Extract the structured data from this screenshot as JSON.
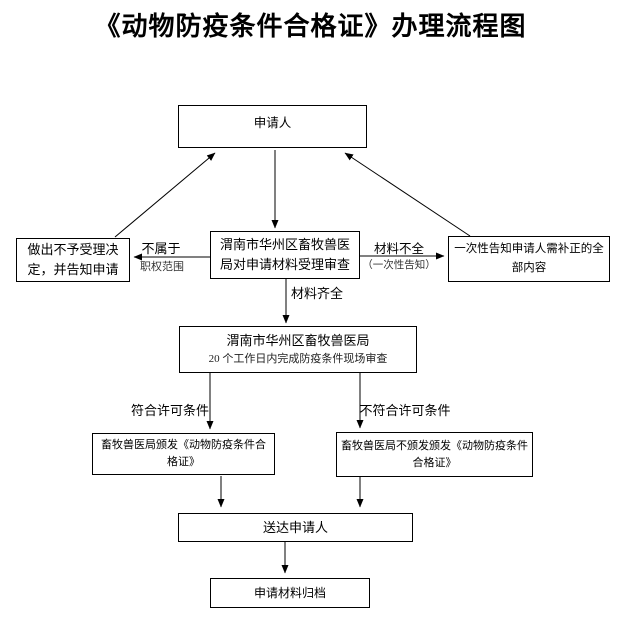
{
  "title": "《动物防疫条件合格证》办理流程图",
  "flowchart": {
    "nodes": {
      "applicant": {
        "label": "申请人"
      },
      "reject": {
        "line1": "做出不予受理决",
        "line2": "定，并告知申请"
      },
      "review": {
        "line1": "渭南市华州区畜牧兽医",
        "line2": "局对申请材料受理审查"
      },
      "notify": {
        "line1": "一次性告知申请人需补正的全",
        "line2": "部内容"
      },
      "onsite": {
        "line1": "渭南市华州区畜牧兽医局",
        "line2": "20 个工作日内完成防疫条件现场审查"
      },
      "issue": {
        "line1": "畜牧兽医局颁发《动物防疫条件合",
        "line2": "格证》"
      },
      "not_issue": {
        "line1": "畜牧兽医局不颁发颁发《动物防疫条件",
        "line2": "合格证》"
      },
      "deliver": {
        "label": "送达申请人"
      },
      "archive": {
        "label": "申请材料归档"
      }
    },
    "edge_labels": {
      "not_in_scope_line1": "不属于",
      "not_in_scope_line2": "职权范围",
      "incomplete_line1": "材料不全",
      "incomplete_line2": "（一次性告知）",
      "complete": "材料齐全",
      "meets_conditions": "符合许可条件",
      "not_meets_conditions": "不符合许可条件"
    },
    "colors": {
      "line": "#000000",
      "text": "#000000",
      "box_border": "#000000",
      "background": "#ffffff"
    }
  }
}
